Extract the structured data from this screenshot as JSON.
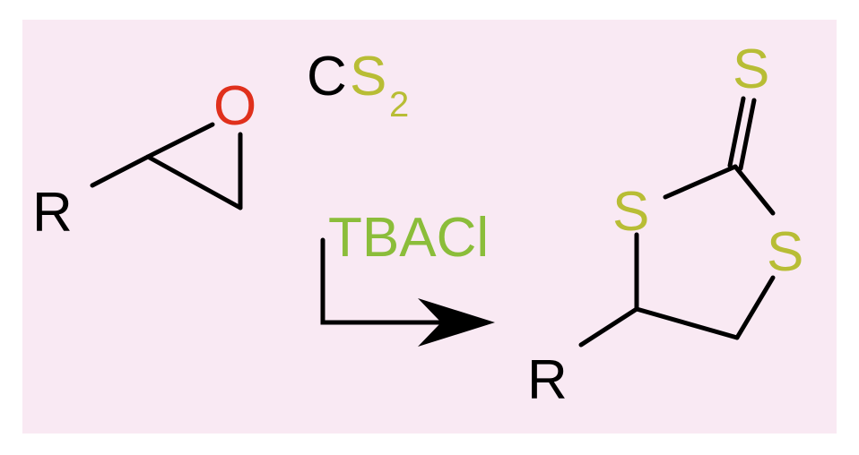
{
  "colors": {
    "background": "#f9e9f3",
    "black": "#000000",
    "oxygen": "#e0301c",
    "sulfur": "#b8bd35",
    "catalyst": "#8bbd3a"
  },
  "reactant": {
    "r_group": "R",
    "oxygen": "O"
  },
  "reagent": {
    "carbon": "C",
    "sulfur": "S",
    "subscript": "2"
  },
  "catalyst": {
    "label": "TBACl"
  },
  "product": {
    "r_group": "R",
    "sulfur_thione": "S",
    "sulfur_left": "S",
    "sulfur_right": "S"
  },
  "icons": {
    "arrow": "reaction-arrow-icon"
  }
}
